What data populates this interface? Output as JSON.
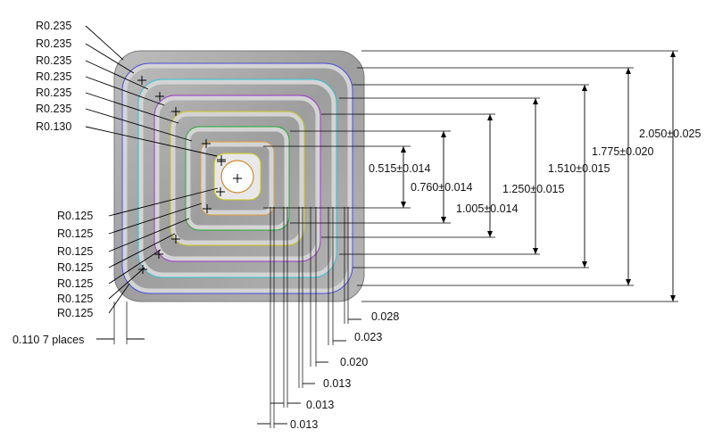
{
  "radius_callouts": {
    "outer": [
      "R0.235",
      "R0.235",
      "R0.235",
      "R0.235",
      "R0.235",
      "R0.235",
      "R0.130"
    ],
    "inner": [
      "R0.125",
      "R0.125",
      "R0.125",
      "R0.125",
      "R0.125",
      "R0.125",
      "R0.125"
    ]
  },
  "width_note": "0.110 7 places",
  "vertical_dims": [
    "0.515±0.014",
    "0.760±0.014",
    "1.005±0.014",
    "1.250±0.015",
    "1.510±0.015",
    "1.775±0.020",
    "2.050±0.025"
  ],
  "gap_dims": [
    "0.028",
    "0.023",
    "0.020",
    "0.013",
    "0.013",
    "0.013"
  ],
  "colors": {
    "conductor": "#a8a8a8",
    "conductor_highlight": "#d4d4d4",
    "trace_lines": [
      "#4a4ae0",
      "#2fc4d8",
      "#9b35c9",
      "#c8c820",
      "#22aa33",
      "#e0a040",
      "#d070d0"
    ]
  }
}
